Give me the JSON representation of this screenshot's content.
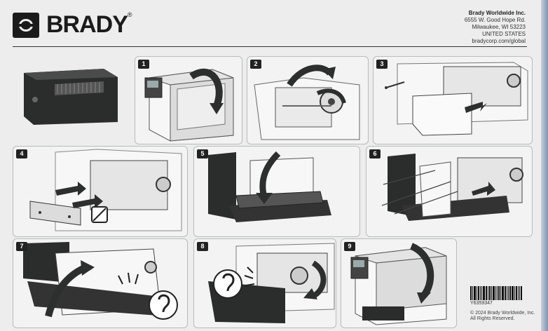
{
  "brand": {
    "name": "BRADY",
    "mark": "®"
  },
  "address": {
    "company": "Brady Worldwide Inc.",
    "street": "6555 W. Good Hope Rd.",
    "city": "Milwaukee, WI 53223",
    "country": "UNITED STATES",
    "web": "bradycorp.com/global"
  },
  "steps": [
    {
      "number": "1"
    },
    {
      "number": "2"
    },
    {
      "number": "3"
    },
    {
      "number": "4"
    },
    {
      "number": "5"
    },
    {
      "number": "6"
    },
    {
      "number": "7"
    },
    {
      "number": "8"
    },
    {
      "number": "9"
    }
  ],
  "footer": {
    "part_number": "Y6359347",
    "copyright": "© 2024 Brady Worldwide, Inc.",
    "rights": "All Rights Reserved."
  },
  "colors": {
    "ink": "#1b1b1b",
    "paper": "#ecedec",
    "panel": "#f2f3f2",
    "tray": "#2d2e2e"
  }
}
